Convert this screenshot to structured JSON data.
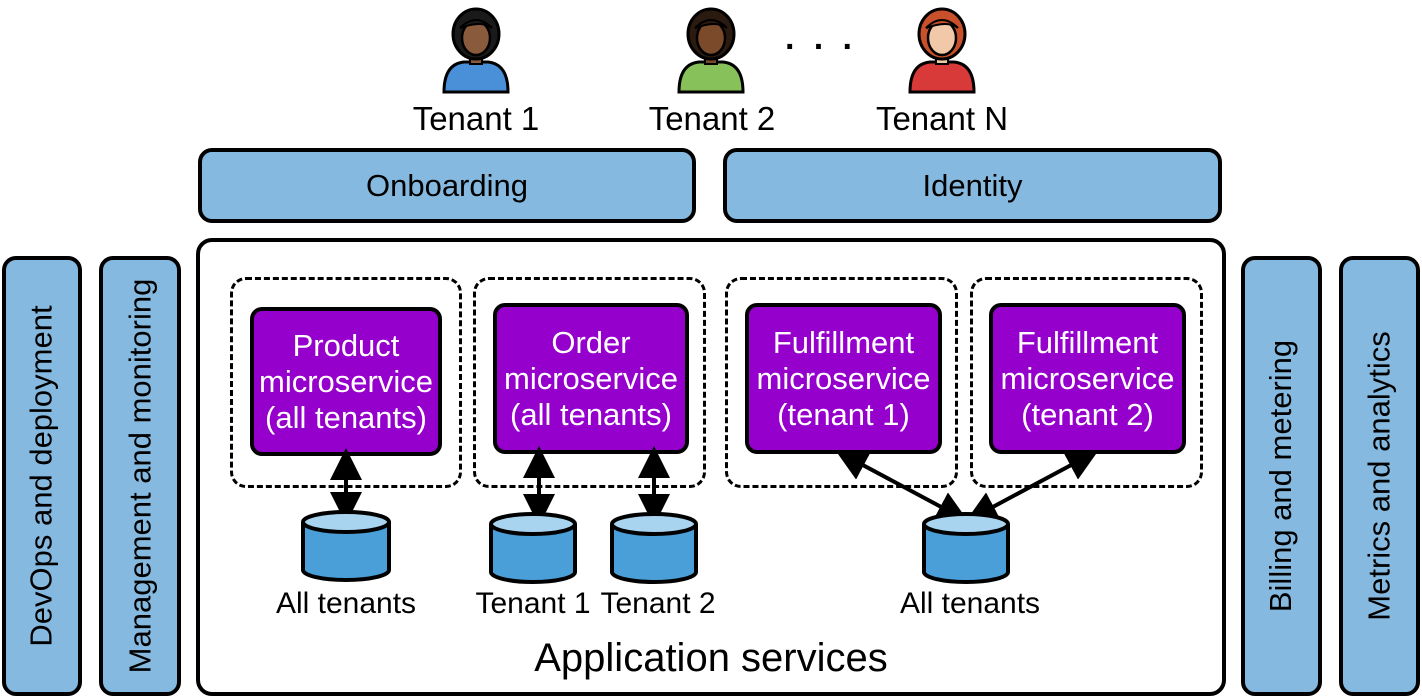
{
  "tenants": [
    {
      "label": "Tenant 1",
      "shirt": "#4a90d9",
      "hair": "#1a1a1a",
      "skin": "#8a5a3c"
    },
    {
      "label": "Tenant 2",
      "shirt": "#86c15a",
      "hair": "#2a1a10",
      "skin": "#7a4a2a"
    },
    {
      "label": "Tenant N",
      "shirt": "#d83a3a",
      "hair": "#c8502a",
      "skin": "#f2c9a8"
    }
  ],
  "ellipsis": "· · ·",
  "top_bars": {
    "onboarding": "Onboarding",
    "identity": "Identity"
  },
  "side_bars": {
    "devops": "DevOps and deployment",
    "management": "Management and monitoring",
    "billing": "Billing and metering",
    "metrics": "Metrics and analytics"
  },
  "services": [
    {
      "lines": [
        "Product",
        "microservice",
        "(all tenants)"
      ]
    },
    {
      "lines": [
        "Order",
        "microservice",
        "(all tenants)"
      ]
    },
    {
      "lines": [
        "Fulfillment",
        "microservice",
        "(tenant 1)"
      ]
    },
    {
      "lines": [
        "Fulfillment",
        "microservice",
        "(tenant 2)"
      ]
    }
  ],
  "databases": [
    {
      "label": "All tenants"
    },
    {
      "label": "Tenant 1"
    },
    {
      "label": "Tenant 2"
    },
    {
      "label": "All tenants"
    }
  ],
  "app_title": "Application services",
  "colors": {
    "blue": "#85b9df",
    "purple": "#9600cc",
    "db_blue": "#4a9fd8",
    "db_top": "#a8d4f0"
  }
}
